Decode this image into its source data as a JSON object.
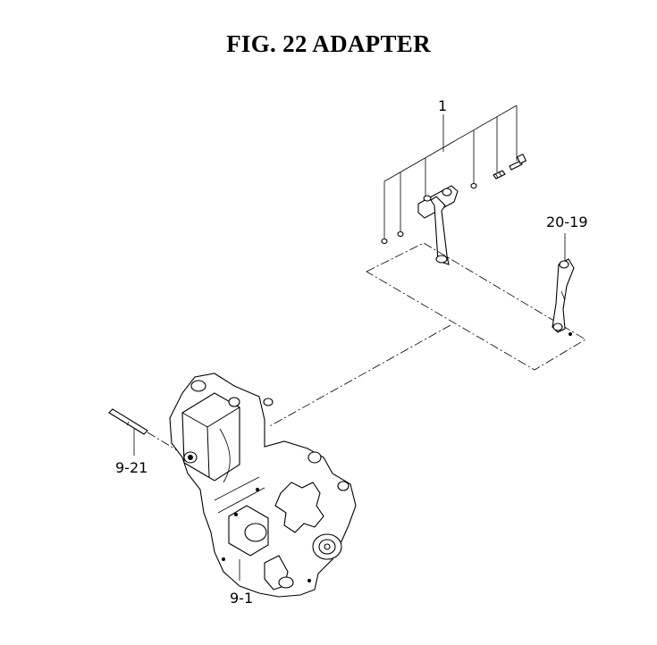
{
  "figure": {
    "title": "FIG. 22  ADAPTER"
  },
  "callouts": {
    "c1": "1",
    "c20_19": "20-19",
    "c9_21": "9-21",
    "c9_1": "9-1"
  }
}
